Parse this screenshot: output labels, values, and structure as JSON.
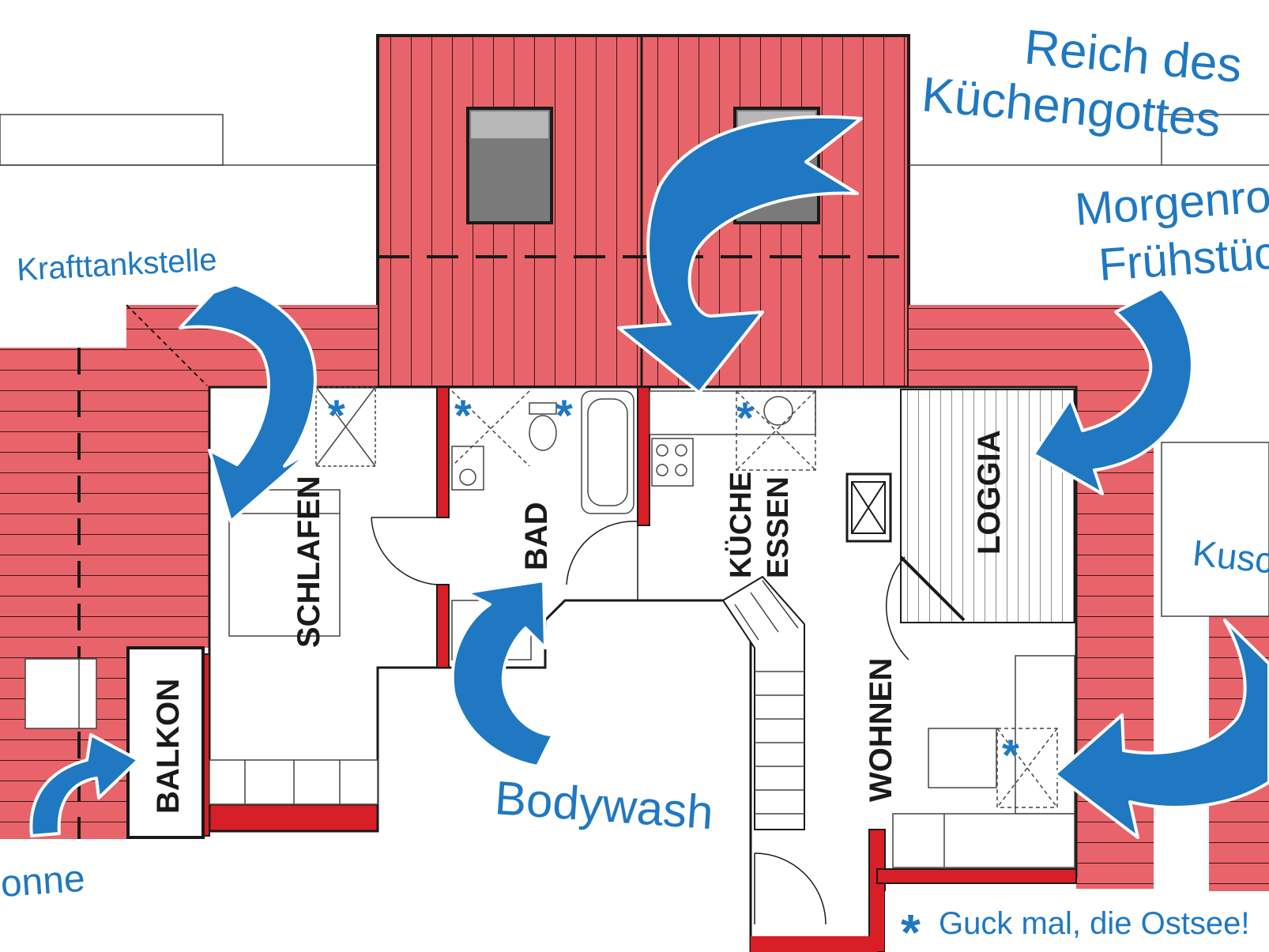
{
  "colors": {
    "roof": "#e8646a",
    "roof_line": "#3a1416",
    "wall": "#1a1a1a",
    "wall_red": "#d81e26",
    "arrow": "#1f78c1",
    "text_blue": "#1f78c1",
    "window_gray": "#7a7a7a"
  },
  "rooms": {
    "schlafen": "SCHLAFEN",
    "bad": "BAD",
    "kueche": "KÜCHE",
    "essen": "ESSEN",
    "loggia": "LOGGIA",
    "wohnen": "WOHNEN",
    "balkon": "BALKON"
  },
  "callouts": {
    "kuechengott_line1": "Reich des",
    "kuechengott_line2": "Küchengottes",
    "morgenrot_line1": "Morgenrot",
    "morgenrot_line2": "Frühstück",
    "krafttankstelle": "Krafttankstelle",
    "bodywash": "Bodywash",
    "kusch": "Kusch",
    "sonne": "onne"
  },
  "legend": {
    "symbol": "*",
    "text": "Guck mal, die Ostsee!"
  },
  "markers": {
    "symbol": "*"
  }
}
